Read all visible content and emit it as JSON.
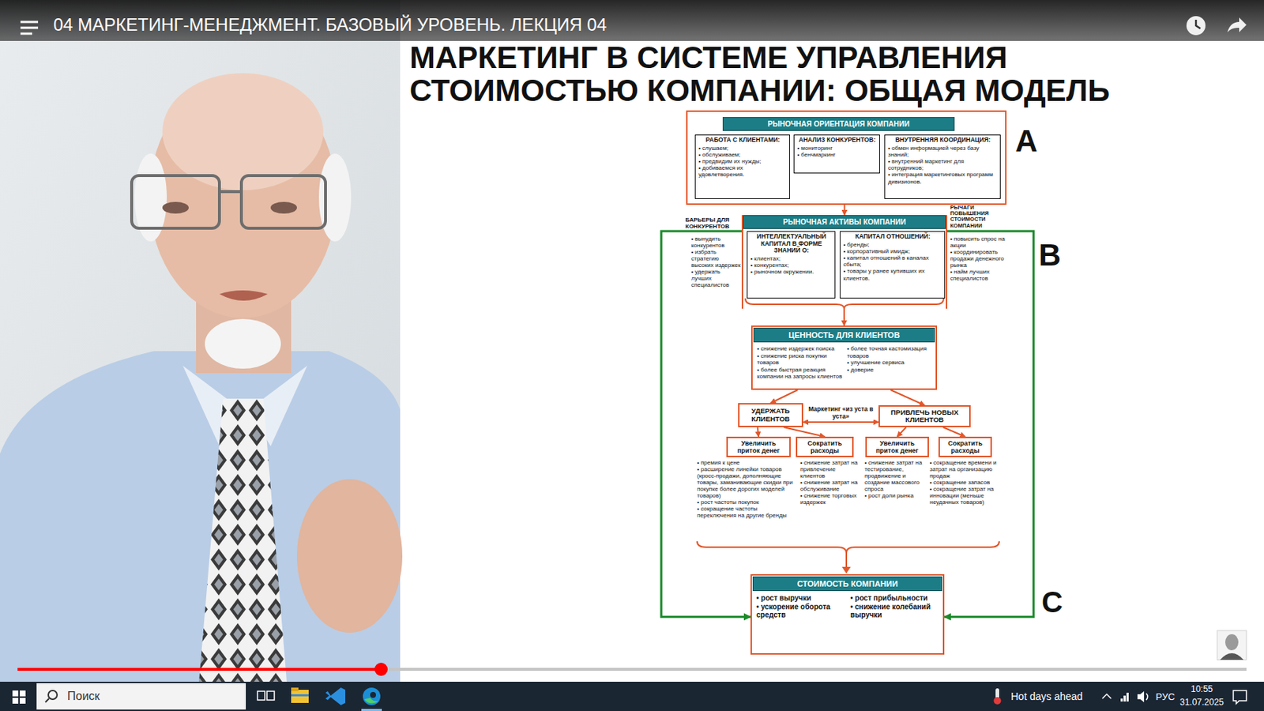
{
  "diagram": {
    "title": "МАРКЕТИНГ В СИСТЕМЕ УПРАВЛЕНИЯ СТОИМОСТЬЮ КОМПАНИИ: ОБЩАЯ МОДЕЛЬ",
    "nodes": [
      {
        "text": [
          "РЫНОЧНАЯ ОРИЕНТАЦИЯ КОМПАНИИ"
        ]
      },
      {
        "text": [
          "РАБОТА С КЛИЕНТАМИ:",
          "• слушаем; • обслуживаем; • предвидим их нужды; • добиваемся их удовлетворения."
        ],
        "in": 0
      },
      {
        "text": [
          "АНАЛИЗ КОНКУРЕНТОВ:",
          "• мониторинг • бенчмаркинг"
        ],
        "in": 0
      },
      {
        "text": [
          "ВНУТРЕННЯЯ КООРДИНАЦИЯ:",
          "• обмен информацией через базу знаний; • внутренний маркетинг для сотрудников; • интеграция маркетинговых программ дивизионов."
        ],
        "in": 0
      },
      {
        "text": [
          "РЫНОЧНАЯ АКТИВЫ КОМПАНИИ"
        ]
      },
      {
        "text": [
          "ИНТЕЛЛЕКТУАЛЬНЫЙ КАПИТАЛ В ФОРМЕ ЗНАНИЙ О:",
          "• клиентах; • конкурентах; • рыночном окружении."
        ],
        "in": 4
      },
      {
        "text": [
          "КАПИТАЛ ОТНОШЕНИЙ:",
          "• бренды; • корпоративный имидж; • капитал отношений в каналах сбыта; • товары у ранее купивших их клиентов."
        ],
        "in": 4
      },
      {
        "text": [
          "ЦЕННОСТЬ ДЛЯ КЛИЕНТОВ",
          "• снижение издержек поиска • снижение риска покупки товаров • более быстрая реакция компании на запросы клиентов",
          "• более точная кастомизация товаров • улучшение сервиса • доверие"
        ]
      },
      {
        "text": [
          "УДЕРЖАТЬ КЛИЕНТОВ"
        ]
      },
      {
        "text": [
          "ПРИВЛЕЧЬ НОВЫХ КЛИЕНТОВ"
        ]
      },
      {
        "text": [
          "Увеличить приток денег"
        ]
      },
      {
        "text": [
          "Сократить расходы"
        ]
      },
      {
        "text": [
          "Увеличить приток денег"
        ]
      },
      {
        "text": [
          "Сократить расходы"
        ]
      },
      {
        "text": [
          "СТОИМОСТЬ КОМПАНИИ",
          "• рост выручки • ускорение оборота средств",
          "• рост прибыльности • снижение колебаний выручки"
        ]
      }
    ],
    "edges": [
      {
        "from": 0,
        "to": 4,
        "arrow": "to"
      },
      {
        "from": 4,
        "to": 7,
        "arrow": "to"
      },
      {
        "from": 7,
        "to": 8,
        "arrow": "to"
      },
      {
        "from": 7,
        "to": 9,
        "arrow": "to"
      },
      {
        "from": 8,
        "to": 9,
        "label": "Маркетинг «из уста в уста»",
        "arrow": "both"
      },
      {
        "from": 8,
        "to": 10,
        "arrow": "to"
      },
      {
        "from": 8,
        "to": 11,
        "arrow": "to"
      },
      {
        "from": 9,
        "to": 12,
        "arrow": "to"
      },
      {
        "from": 9,
        "to": 13,
        "arrow": "to"
      },
      {
        "from": 4,
        "to": 14,
        "arrow": "to"
      },
      {
        "from": 4,
        "to": 14,
        "arrow": "to"
      }
    ],
    "labels": [
      "04 МАРКЕТИНГ-МЕНЕДЖМЕНТ. БАЗОВЫЙ УРОВЕНЬ. ЛЕКЦИЯ 04",
      "A",
      "БАРЬЕРЫ ДЛЯ КОНКУРЕНТОВ",
      "• вынудить конкурентов • избрать стратегию высоких издержек • удержать лучших специалистов",
      "РЫЧАГИ ПОВЫШЕНИЯ СТОИМОСТИ КОМПАНИИ",
      "• повысить спрос на акции • координировать продажи денежного рынка • найм лучших специалистов",
      "B",
      "• премия к цене • расширение линейки товаров (кросс-продажи, дополняющие товары, заманивающие скидки при покупке более дорогих моделей товаров) • рост частоты покупок • сокращение частоты переключения на другие бренды",
      "• снижение затрат на привлечение клиентов • снижение затрат на обслуживание • снижение торговых издержек",
      "• снижение затрат на тестирование, продвижение и создание массового спроса • рост доли рынка",
      "• сокращение времени и затрат на организацию продаж • сокращение запасов • сокращение затрат на инновации (меньше неудачных товаров)",
      "C",
      "Поиск",
      "Hot days ahead",
      "РУС",
      "10:55",
      "31.07.2025"
    ]
  }
}
